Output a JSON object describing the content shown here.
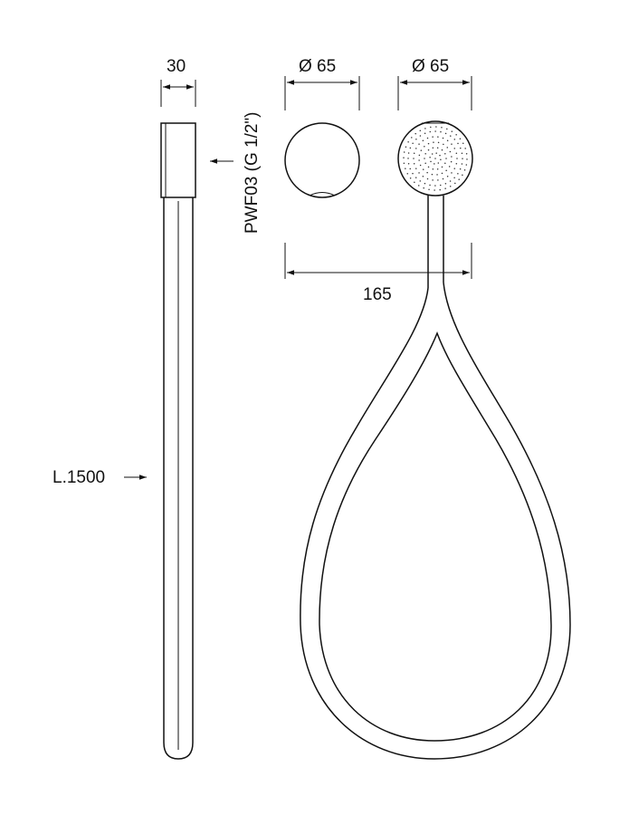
{
  "dimensions": {
    "width_label": "30",
    "diameter_label_left": "Ø 65",
    "diameter_label_right": "Ø 65",
    "span_label": "165",
    "length_label": "L.1500",
    "fitting_label": "PWF03 (G 1/2\")"
  },
  "colors": {
    "line": "#111111",
    "background": "#ffffff"
  }
}
